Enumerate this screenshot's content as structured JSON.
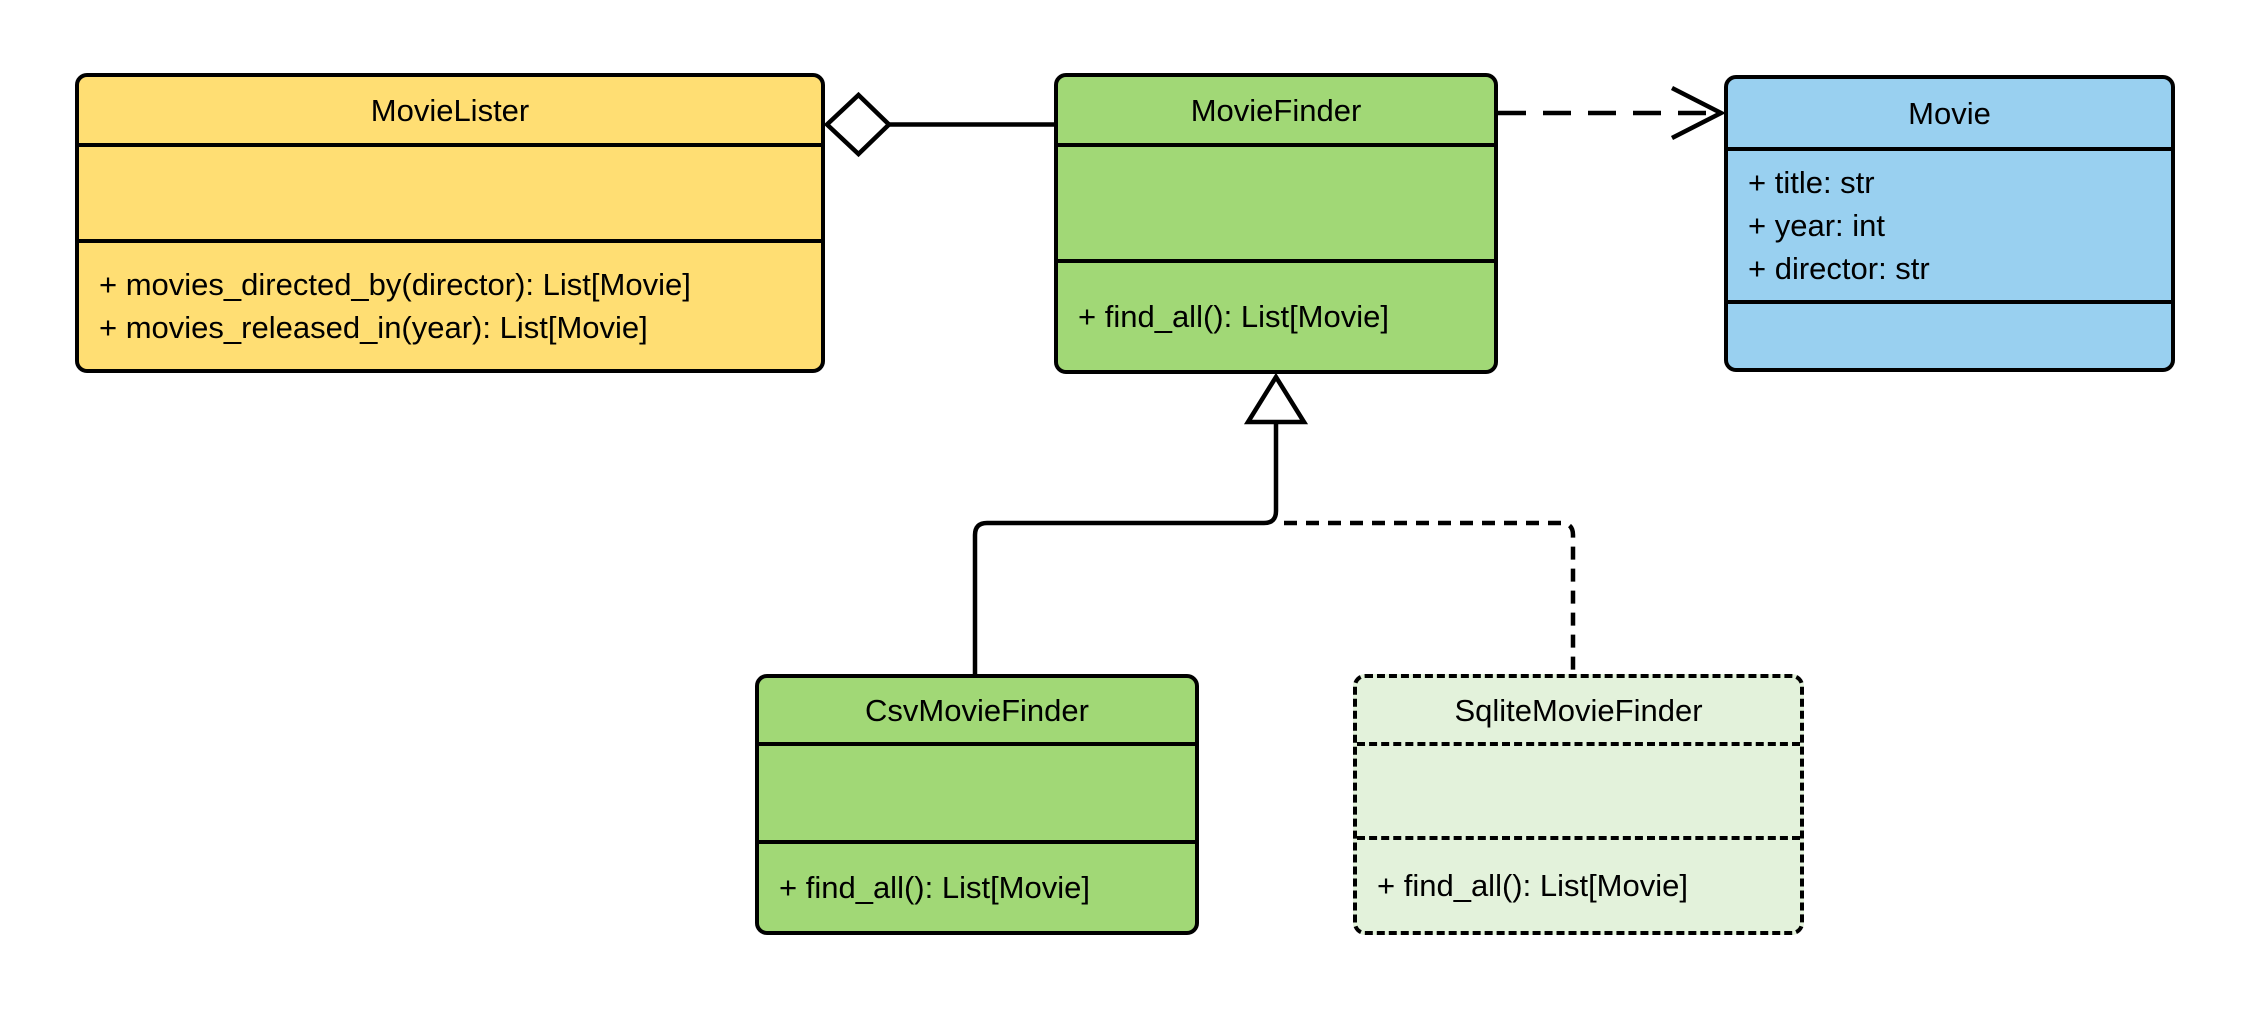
{
  "diagram": {
    "kind": "uml-class-diagram",
    "background_color": "#ffffff",
    "line_color": "#000000",
    "classes": [
      {
        "name": "MovieLister",
        "fill": "#FFDE73",
        "border_style": "solid",
        "attributes": [],
        "methods": [
          "+ movies_directed_by(director): List[Movie]",
          "+ movies_released_in(year): List[Movie]"
        ]
      },
      {
        "name": "MovieFinder",
        "fill": "#A1D876",
        "border_style": "solid",
        "attributes": [],
        "methods": [
          "+ find_all(): List[Movie]"
        ]
      },
      {
        "name": "Movie",
        "fill": "#99D0F0",
        "border_style": "solid",
        "attributes": [
          "+ title: str",
          "+ year: int",
          "+ director: str"
        ],
        "methods": []
      },
      {
        "name": "CsvMovieFinder",
        "fill": "#A1D876",
        "border_style": "solid",
        "attributes": [],
        "methods": [
          "+ find_all(): List[Movie]"
        ]
      },
      {
        "name": "SqliteMovieFinder",
        "fill": "#E3F2DB",
        "border_style": "dashed",
        "attributes": [],
        "methods": [
          "+ find_all(): List[Movie]"
        ]
      }
    ],
    "relationships": [
      {
        "type": "aggregation",
        "from": "MovieLister",
        "to": "MovieFinder",
        "line": "solid",
        "marker": "hollow-diamond at MovieLister"
      },
      {
        "type": "dependency",
        "from": "MovieFinder",
        "to": "Movie",
        "line": "dashed",
        "marker": "open-arrow at Movie"
      },
      {
        "type": "generalization",
        "from": "CsvMovieFinder",
        "to": "MovieFinder",
        "line": "solid",
        "marker": "hollow-triangle at MovieFinder"
      },
      {
        "type": "generalization",
        "from": "SqliteMovieFinder",
        "to": "MovieFinder",
        "line": "dashed",
        "marker": "hollow-triangle at MovieFinder"
      }
    ]
  }
}
